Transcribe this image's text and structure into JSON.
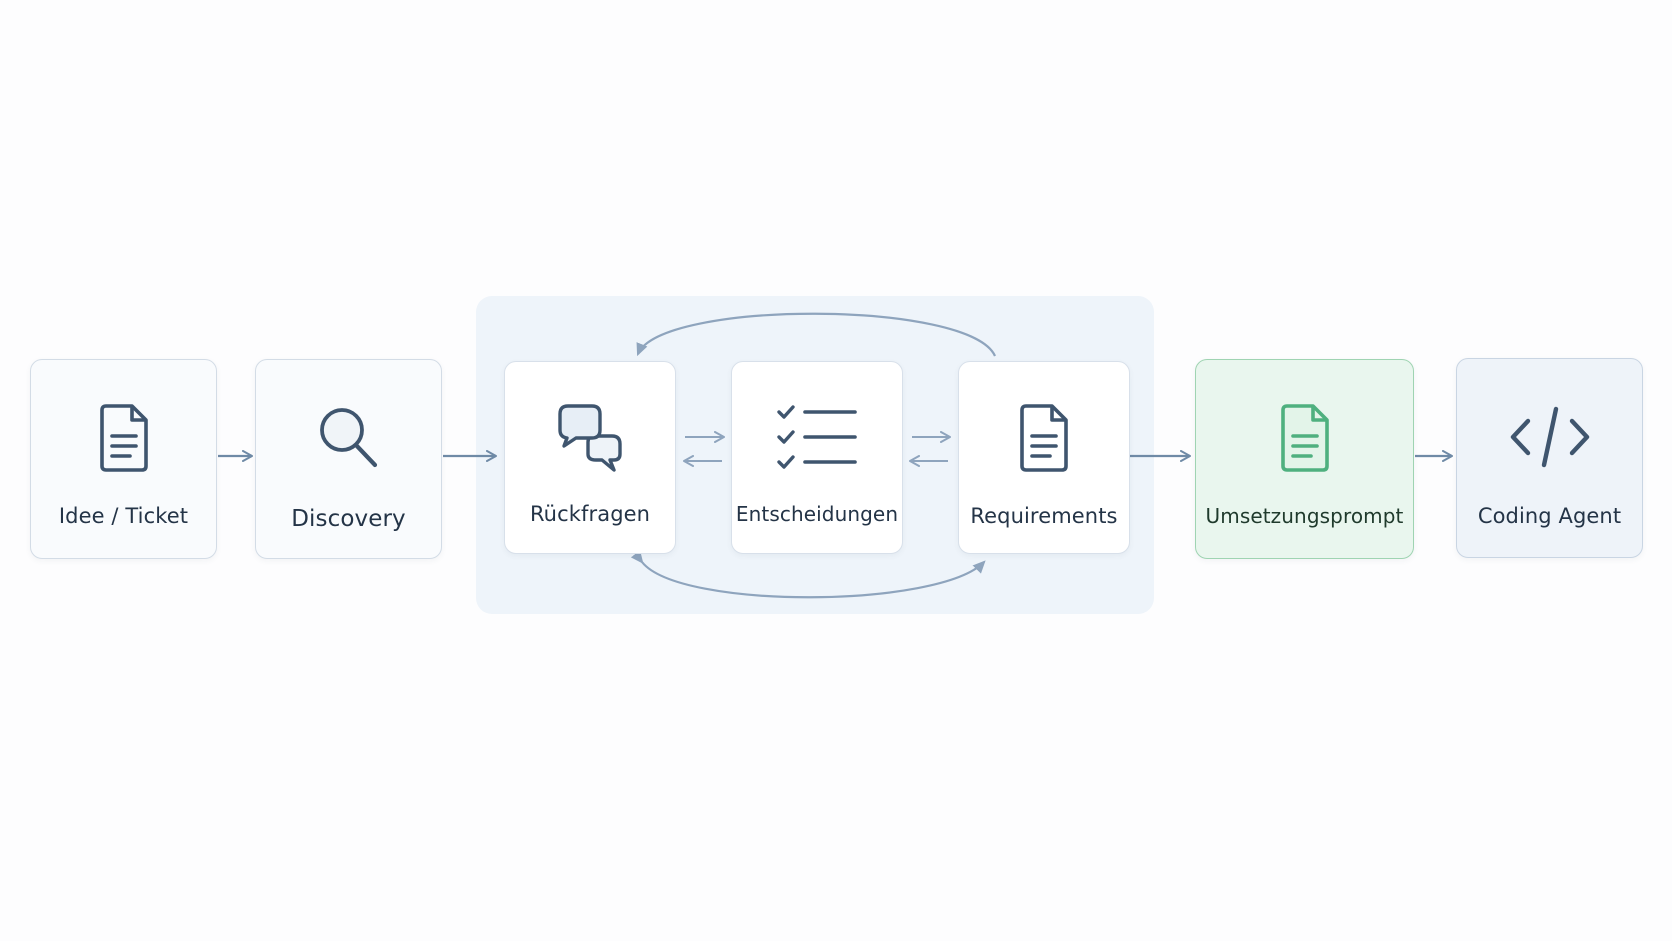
{
  "diagram": {
    "nodes": [
      {
        "id": "idea",
        "label": "Idee / Ticket",
        "icon": "document-icon"
      },
      {
        "id": "discovery",
        "label": "Discovery",
        "icon": "magnifier-icon"
      },
      {
        "id": "questions",
        "label": "Rückfragen",
        "icon": "speech-bubbles-icon"
      },
      {
        "id": "decisions",
        "label": "Entscheidungen",
        "icon": "checklist-icon"
      },
      {
        "id": "requirements",
        "label": "Requirements",
        "icon": "document-icon"
      },
      {
        "id": "prompt",
        "label": "Umsetzungsprompt",
        "icon": "document-icon"
      },
      {
        "id": "agent",
        "label": "Coding Agent",
        "icon": "code-brackets-icon"
      }
    ],
    "colors": {
      "icon_stroke": "#3f556e",
      "arrow": "#6f8aa6",
      "loop_arrow": "#8ea4bd",
      "loop_background": "#eef4fa",
      "highlight_fill": "#e9f6ee",
      "highlight_border": "#9fd4b2",
      "highlight_icon": "#4fb07f"
    }
  }
}
